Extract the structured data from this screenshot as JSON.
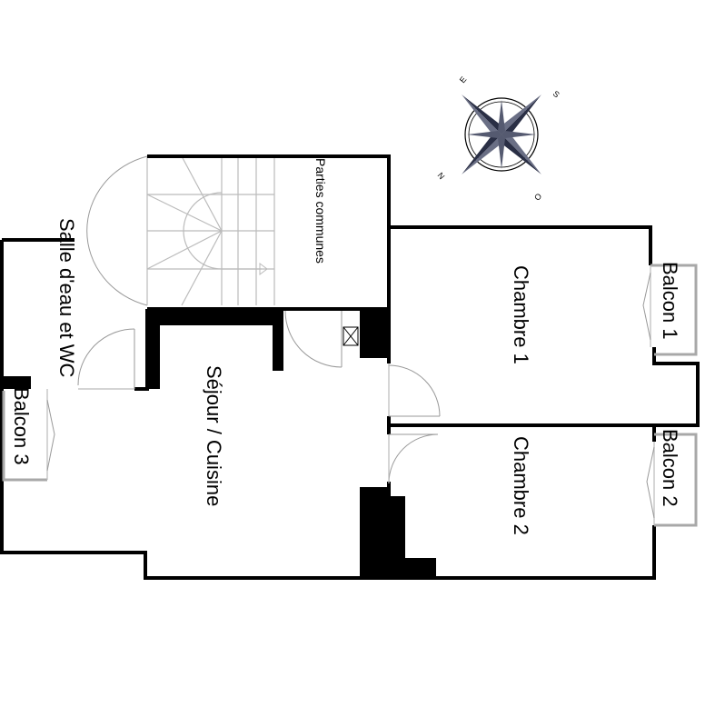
{
  "rooms": {
    "parties_communes": "Parties communes",
    "salle_eau": "Salle d'eau et WC",
    "sejour": "Séjour / Cuisine",
    "chambre1": "Chambre 1",
    "chambre2": "Chambre 2",
    "balcon1": "Balcon 1",
    "balcon2": "Balcon 2",
    "balcon3": "Balcon 3"
  },
  "compass": {
    "n": "N",
    "s": "S",
    "e": "E",
    "o": "O"
  },
  "colors": {
    "wall": "#000000",
    "balcony": "#a8a8a8",
    "compass_fill": "#2a2f45"
  }
}
